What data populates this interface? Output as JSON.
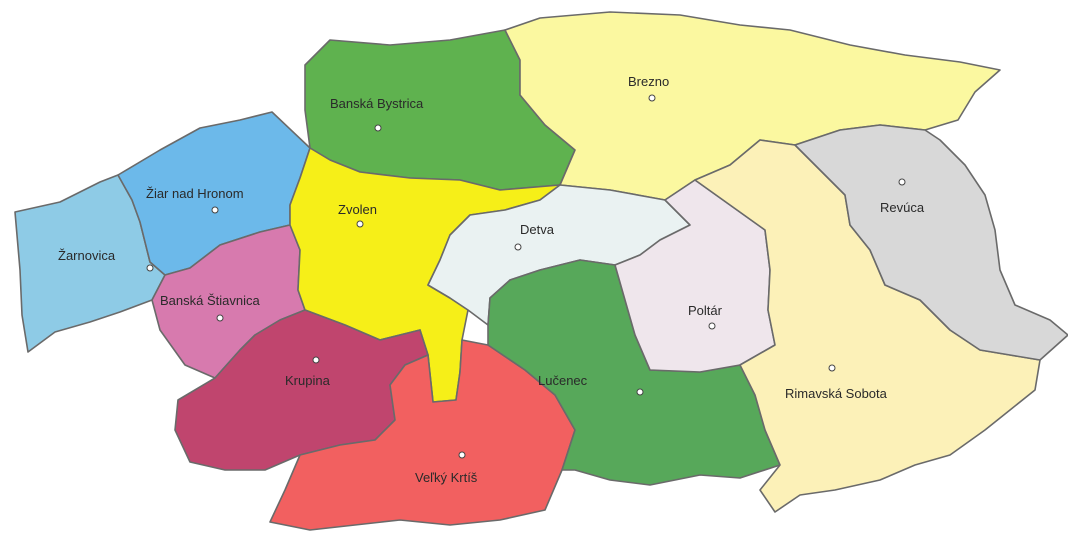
{
  "districts": [
    {
      "key": "zarnovica",
      "name": "Žarnovica",
      "color": "#8ecbe6"
    },
    {
      "key": "ziar",
      "name": "Žiar nad Hronom",
      "color": "#6cb9ea"
    },
    {
      "key": "banska_stiavnica",
      "name": "Banská Štiavnica",
      "color": "#d77aae"
    },
    {
      "key": "banska_bystrica",
      "name": "Banská Bystrica",
      "color": "#5fb24f"
    },
    {
      "key": "zvolen",
      "name": "Zvolen",
      "color": "#f6ef18"
    },
    {
      "key": "brezno",
      "name": "Brezno",
      "color": "#fbf8a0"
    },
    {
      "key": "detva",
      "name": "Detva",
      "color": "#eaf2f2"
    },
    {
      "key": "krupina",
      "name": "Krupina",
      "color": "#c0456e"
    },
    {
      "key": "velky_krtis",
      "name": "Veľký Krtíš",
      "color": "#f26060"
    },
    {
      "key": "lucenec",
      "name": "Lučenec",
      "color": "#57a85a"
    },
    {
      "key": "poltar",
      "name": "Poltár",
      "color": "#efe6ec"
    },
    {
      "key": "rimavska_sobota",
      "name": "Rimavská Sobota",
      "color": "#fcf1b8"
    },
    {
      "key": "revuca",
      "name": "Revúca",
      "color": "#d8d8d8"
    }
  ]
}
